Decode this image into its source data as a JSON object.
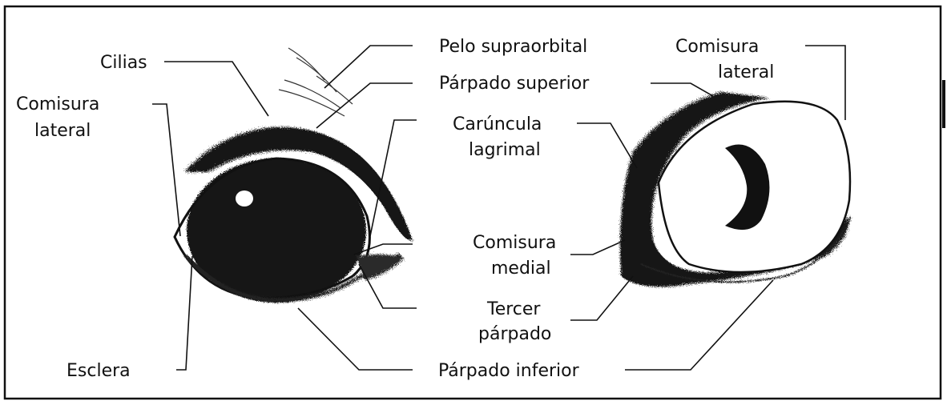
{
  "labels": {
    "cilias": "Cilias",
    "pelo_supraorbital": "Pelo supraorbital",
    "comisura_lateral_left_1": "Comisura",
    "comisura_lateral_left_2": "lateral",
    "comisura_lateral_right_1": "Comisura",
    "comisura_lateral_right_2": "lateral",
    "parpado_superior": "Párpado superior",
    "caruncula_1": "Carúncula",
    "caruncula_2": "lagrimal",
    "comisura_medial_1": "Comisura",
    "comisura_medial_2": "medial",
    "tercer_parpado_1": "Tercer",
    "tercer_parpado_2": "párpado",
    "esclera": "Esclera",
    "parpado_inferior": "Párpado inferior"
  }
}
